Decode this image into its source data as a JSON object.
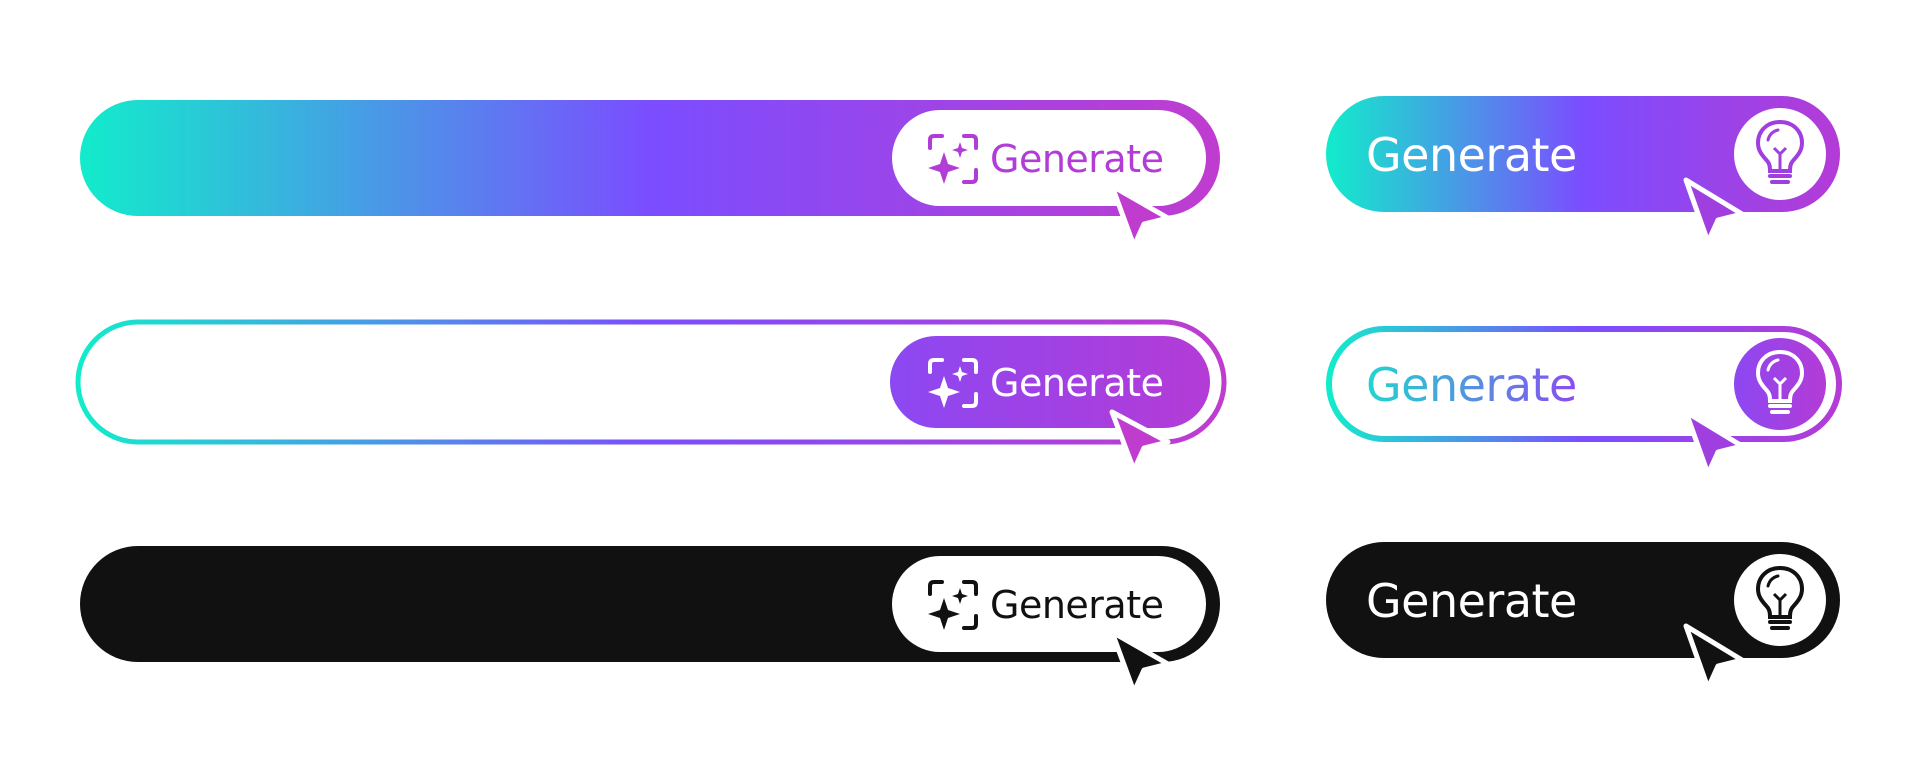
{
  "colors": {
    "cyan": "#12ECCB",
    "blue": "#4E8BEA",
    "violet": "#7B4DFF",
    "magenta": "#B43BD6",
    "black": "#111111",
    "white": "#ffffff"
  },
  "wide_bars": [
    {
      "style": "gradient-filled",
      "label": "Generate",
      "icon": "sparkles-frame-icon"
    },
    {
      "style": "gradient-outline",
      "label": "Generate",
      "icon": "sparkles-frame-icon"
    },
    {
      "style": "solid-black",
      "label": "Generate",
      "icon": "sparkles-frame-icon"
    }
  ],
  "compact_bars": [
    {
      "style": "gradient-filled",
      "label": "Generate",
      "icon": "lightbulb-icon"
    },
    {
      "style": "gradient-outline",
      "label": "Generate",
      "icon": "lightbulb-icon"
    },
    {
      "style": "solid-black",
      "label": "Generate",
      "icon": "lightbulb-icon"
    }
  ]
}
